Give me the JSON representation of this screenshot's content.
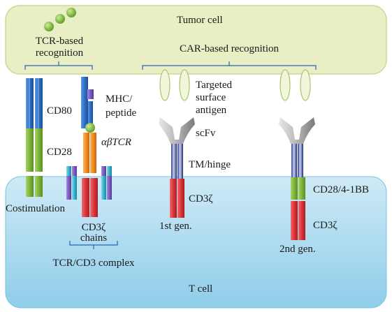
{
  "labels": {
    "tumor_cell": "Tumor cell",
    "t_cell": "T cell",
    "tcr_based_line1": "TCR-based",
    "tcr_based_line2": "recognition",
    "car_based": "CAR-based recognition",
    "cd80": "CD80",
    "cd28": "CD28",
    "costimulation": "Costimulation",
    "mhc_line1": "MHC/",
    "mhc_line2": "peptide",
    "abtcr": "αβTCR",
    "cd3z_chains_line1": "CD3ζ",
    "cd3z_chains_line2": "chains",
    "tcr_cd3_complex": "TCR/CD3 complex",
    "targeted_line1": "Targeted",
    "targeted_line2": "surface",
    "targeted_line3": "antigen",
    "scfv": "scFv",
    "tm_hinge": "TM/hinge",
    "cd3z_car1": "CD3ζ",
    "first_gen": "1st gen.",
    "cd28_41bb": "CD28/4-1BB",
    "cd3z_car2": "CD3ζ",
    "second_gen": "2nd gen."
  },
  "colors": {
    "tumor_fill": "#e8efc4",
    "tumor_stroke": "#c9d896",
    "tcell_fill_top": "#cfeaf6",
    "tcell_fill_bottom": "#8fcdea",
    "blue": "#2f6fc4",
    "green": "#7fb33a",
    "orange": "#f08a24",
    "red": "#d9353a",
    "purple": "#7a5bbf",
    "cyan": "#35b3cf",
    "navy": "#1f2c73",
    "gray": "#9a9a9a",
    "antigen_fill": "#f2f6d8",
    "antigen_stroke": "#a9c27a",
    "ball": "#7ec03a"
  }
}
